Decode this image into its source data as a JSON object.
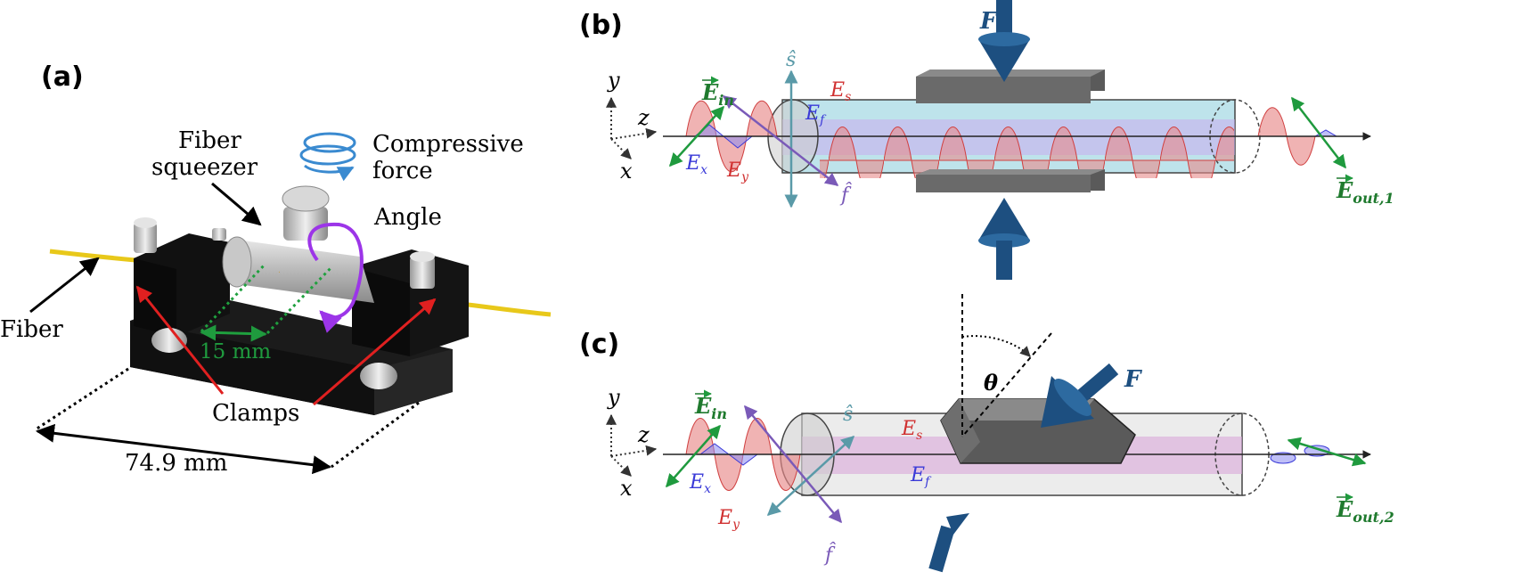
{
  "panel_a": {
    "tag": "(a)",
    "squeezer_line1": "Fiber",
    "squeezer_line2": "squeezer",
    "force_line1": "Compressive",
    "force_line2": "force",
    "angle": "Angle",
    "fiber": "Fiber",
    "clamp_gap": "15 mm",
    "clamps": "Clamps",
    "width": "74.9 mm"
  },
  "panel_b": {
    "tag": "(b)",
    "force": "F",
    "axis_y": "y",
    "axis_z": "z",
    "axis_x": "x",
    "e_in": "E",
    "e_in_sub": "in",
    "e_s": "E",
    "e_s_sub": "s",
    "e_f": "E",
    "e_f_sub": "f",
    "e_x": "E",
    "e_x_sub": "x",
    "e_y": "E",
    "e_y_sub": "y",
    "s_hat": "ŝ",
    "f_hat": "f̂",
    "e_out": "E",
    "e_out_sub": "out,1"
  },
  "panel_c": {
    "tag": "(c)",
    "force": "F",
    "theta": "θ",
    "axis_y": "y",
    "axis_z": "z",
    "axis_x": "x",
    "e_in": "E",
    "e_in_sub": "in",
    "e_s": "E",
    "e_s_sub": "s",
    "e_f": "E",
    "e_f_sub": "f",
    "e_x": "E",
    "e_x_sub": "x",
    "e_y": "E",
    "e_y_sub": "y",
    "s_hat": "ŝ",
    "f_hat": "f̂",
    "e_out": "E",
    "e_out_sub": "out,2"
  },
  "colors": {
    "fiber_yellow": "#e8c81a",
    "red": "#e02020",
    "green": "#1f7a2e",
    "wave_red": "#e05050",
    "wave_blue": "#3a3ad8",
    "force_blue": "#1d4f80",
    "purple": "#9c35e8",
    "teal": "#5a9aa8"
  }
}
